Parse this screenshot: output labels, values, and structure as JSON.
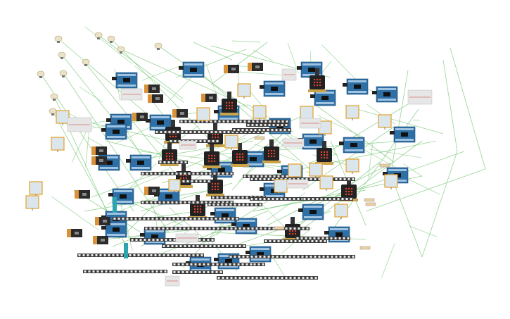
{
  "canvas": {
    "background": "#ffffff",
    "wire_color": "#7cc97c",
    "board_color": "#2e6fa6",
    "board_dark": "#1d4f7a",
    "battery_body": "#2b2b2b",
    "battery_cap": "#d9913a",
    "strip_color": "#3a3a3a",
    "led_color": "#e9e9e9",
    "sensor_fill": "#dbe6ec",
    "sensor_border": "#e2a12a",
    "microbit_color": "#222222",
    "microbit_led": "#e0452e",
    "breadboard_color": "#e6e6e6"
  },
  "components": {
    "arduino_icon": "arduino-uno-board",
    "battery_icon": "nine-volt-battery",
    "microbit_icon": "microbit-board",
    "neopixel_icon": "neopixel-strip",
    "sensor_icon": "temperature-sensor",
    "bulb_icon": "light-bulb"
  }
}
